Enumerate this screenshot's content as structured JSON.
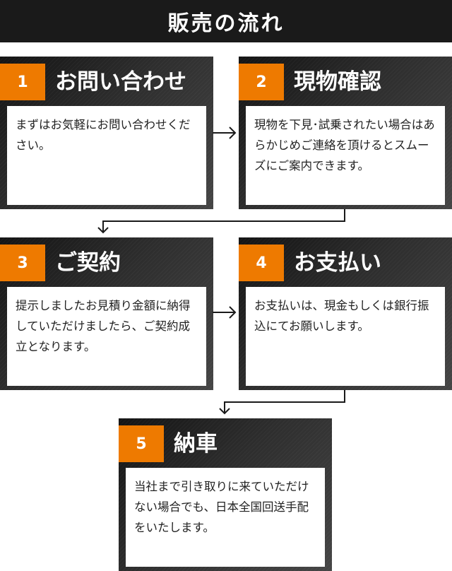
{
  "header": {
    "title": "販売の流れ"
  },
  "steps": [
    {
      "number": "1",
      "title": "お問い合わせ",
      "body": "まずはお気軽にお問い合わせください。"
    },
    {
      "number": "2",
      "title": "現物確認",
      "body": "現物を下見･試乗されたい場合はあらかじめご連絡を頂けるとスムーズにご案内できます。"
    },
    {
      "number": "3",
      "title": "ご契約",
      "body": "提示しましたお見積り金額に納得していただけましたら、ご契約成立となります。"
    },
    {
      "number": "4",
      "title": "お支払い",
      "body": "お支払いは、現金もしくは銀行振込にてお願いします。"
    },
    {
      "number": "5",
      "title": "納車",
      "body": "当社まで引き取りに来ていただけない場合でも、日本全国回送手配をいたします。"
    }
  ],
  "colors": {
    "accent": "#ee7a00",
    "banner": "#1a1a1a",
    "card_dark": "#1e1e1e"
  }
}
